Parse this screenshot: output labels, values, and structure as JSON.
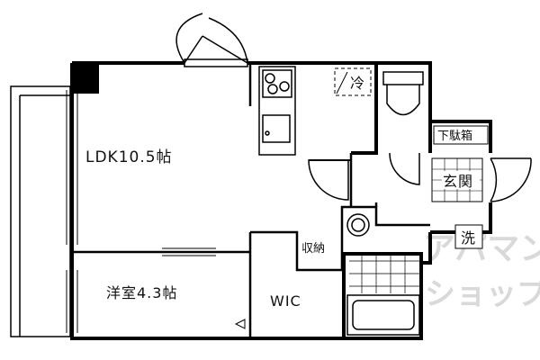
{
  "floorplan": {
    "rooms": {
      "ldk": "LDK10.5帖",
      "western": "洋室4.3帖",
      "wic": "WIC",
      "storage": "収納",
      "entrance": "玄関",
      "shoe_box": "下駄箱",
      "washer": "洗",
      "fridge": "冷"
    },
    "watermark": {
      "line1": "アパマン",
      "line2": "ショップ"
    }
  }
}
